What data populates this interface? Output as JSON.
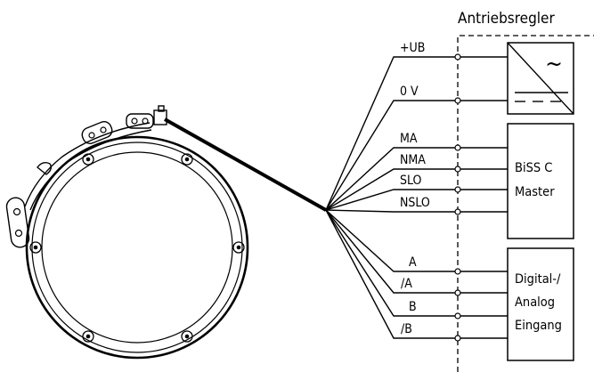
{
  "controller": {
    "title": "Antriebsregler"
  },
  "signals": {
    "power": [
      "+UB",
      "0 V"
    ],
    "biss": [
      "MA",
      "NMA",
      "SLO",
      "NSLO"
    ],
    "digital": [
      "A",
      "/A",
      "B",
      "/B"
    ]
  },
  "blocks": {
    "converter_symbol": "~",
    "biss_master": [
      "BiSS C",
      "Master"
    ],
    "digital_analog": [
      "Digital-/",
      "Analog",
      "Eingang"
    ]
  }
}
